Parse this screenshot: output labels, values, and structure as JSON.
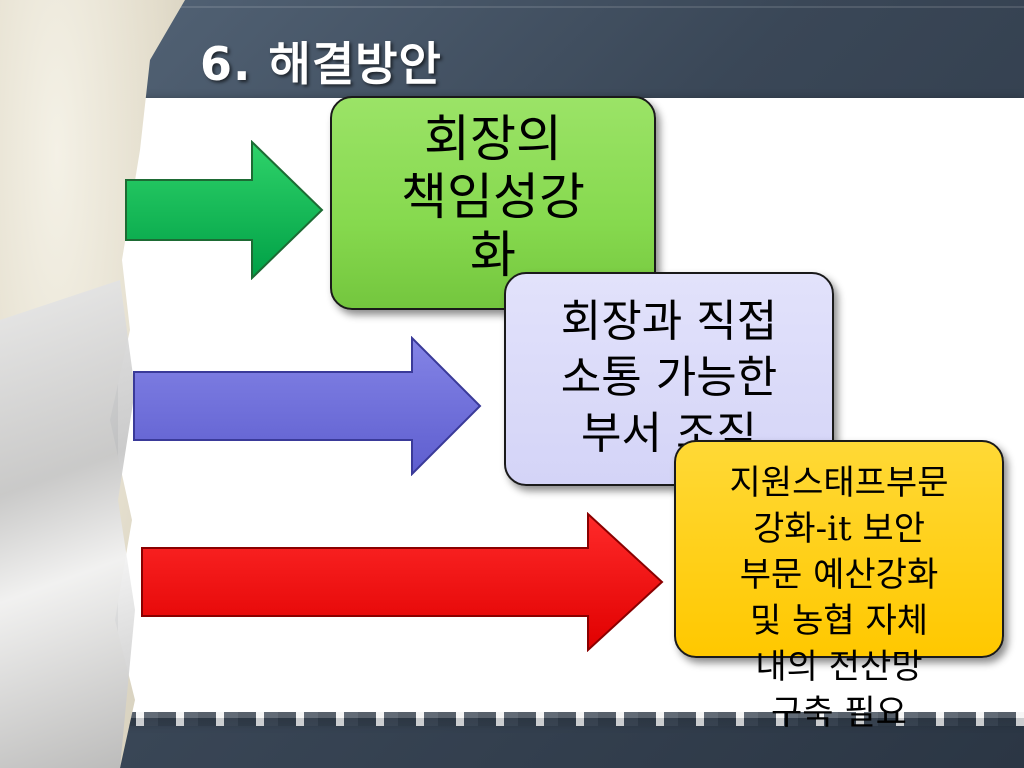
{
  "slide": {
    "title": "6. 해결방안"
  },
  "boxes": [
    {
      "id": "green",
      "text": "회장의\n책임성강\n화",
      "color": "#86d94e"
    },
    {
      "id": "lavender",
      "text": "회장과 직접\n소통 가능한\n부서 조직",
      "color": "#d4d4f7"
    },
    {
      "id": "yellow",
      "text": "지원스태프부문\n강화-it 보안\n부문 예산강화\n및 농협 자체\n내의 전산망\n구축 필요",
      "color": "#ffc800"
    }
  ],
  "arrows": [
    {
      "color": "#00b050"
    },
    {
      "color": "#6f6fd9"
    },
    {
      "color": "#ff0000"
    }
  ]
}
